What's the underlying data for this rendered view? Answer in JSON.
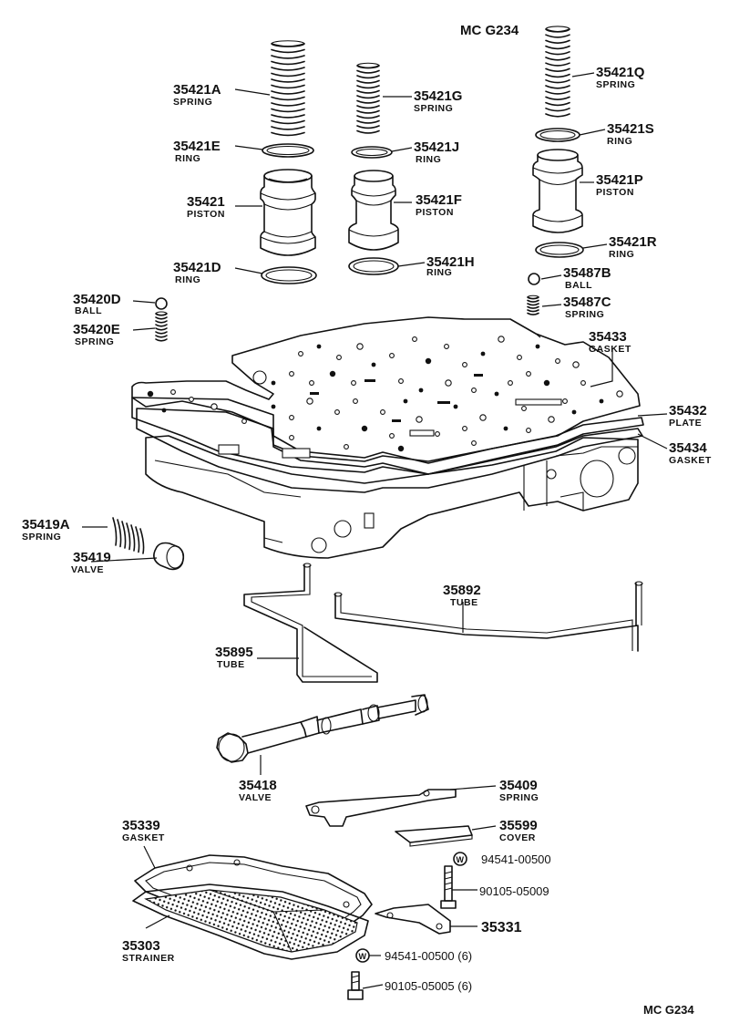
{
  "header_code": "MC  G234",
  "footer_code": "MC  G234",
  "parts": {
    "p35421A": {
      "number": "35421A",
      "name": "SPRING"
    },
    "p35421E": {
      "number": "35421E",
      "name": "RING"
    },
    "p35421": {
      "number": "35421",
      "name": "PISTON"
    },
    "p35421D": {
      "number": "35421D",
      "name": "RING"
    },
    "p35421G": {
      "number": "35421G",
      "name": "SPRING"
    },
    "p35421J": {
      "number": "35421J",
      "name": "RING"
    },
    "p35421F": {
      "number": "35421F",
      "name": "PISTON"
    },
    "p35421H": {
      "number": "35421H",
      "name": "RING"
    },
    "p35421Q": {
      "number": "35421Q",
      "name": "SPRING"
    },
    "p35421S": {
      "number": "35421S",
      "name": "RING"
    },
    "p35421P": {
      "number": "35421P",
      "name": "PISTON"
    },
    "p35421R": {
      "number": "35421R",
      "name": "RING"
    },
    "p35487B": {
      "number": "35487B",
      "name": "BALL"
    },
    "p35487C": {
      "number": "35487C",
      "name": "SPRING"
    },
    "p35420D": {
      "number": "35420D",
      "name": "BALL"
    },
    "p35420E": {
      "number": "35420E",
      "name": "SPRING"
    },
    "p35433": {
      "number": "35433",
      "name": "GASKET"
    },
    "p35432": {
      "number": "35432",
      "name": "PLATE"
    },
    "p35434": {
      "number": "35434",
      "name": "GASKET"
    },
    "p35419A": {
      "number": "35419A",
      "name": "SPRING"
    },
    "p35419": {
      "number": "35419",
      "name": "VALVE"
    },
    "p35892": {
      "number": "35892",
      "name": "TUBE"
    },
    "p35895": {
      "number": "35895",
      "name": "TUBE"
    },
    "p35418": {
      "number": "35418",
      "name": "VALVE"
    },
    "p35409": {
      "number": "35409",
      "name": "SPRING"
    },
    "p35599": {
      "number": "35599",
      "name": "COVER"
    },
    "p35339": {
      "number": "35339",
      "name": "GASKET"
    },
    "p35303": {
      "number": "35303",
      "name": "STRAINER"
    },
    "p35331": {
      "number": "35331",
      "name": ""
    },
    "w1": {
      "number": "94541-00500",
      "name": ""
    },
    "b1": {
      "number": "90105-05009",
      "name": ""
    },
    "w2": {
      "number": "94541-00500 (6)",
      "name": ""
    },
    "b2": {
      "number": "90105-05005 (6)",
      "name": ""
    }
  },
  "washer_symbol": "W"
}
